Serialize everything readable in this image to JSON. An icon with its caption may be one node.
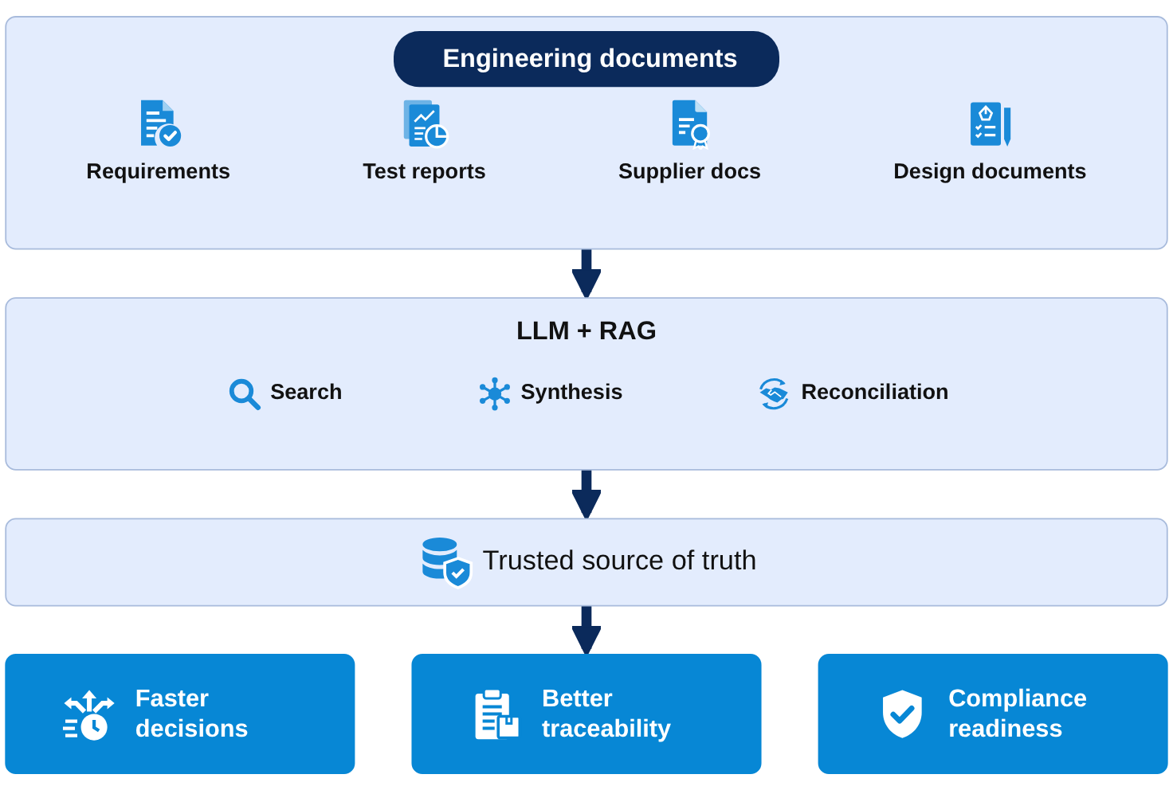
{
  "diagram": {
    "nodes": [
      {
        "text": [
          "Engineering documents"
        ]
      },
      {
        "text": [
          "Requirements"
        ],
        "in": 0
      },
      {
        "text": [
          "Test reports"
        ],
        "in": 0
      },
      {
        "text": [
          "Supplier docs"
        ],
        "in": 0
      },
      {
        "text": [
          "Design documents"
        ],
        "in": 0
      },
      {
        "text": [
          "LLM + RAG"
        ]
      },
      {
        "text": [
          "Search"
        ],
        "in": 5
      },
      {
        "text": [
          "Synthesis"
        ],
        "in": 5
      },
      {
        "text": [
          "Reconciliation"
        ],
        "in": 5
      },
      {
        "text": [
          "Trusted source of truth"
        ]
      },
      {
        "text": [
          "Faster decisions"
        ]
      },
      {
        "text": [
          "Better traceability"
        ]
      },
      {
        "text": [
          "Compliance readiness"
        ]
      }
    ],
    "edges": [
      {
        "from": 0,
        "to": 5,
        "arrow": "to"
      },
      {
        "from": 5,
        "to": 9,
        "arrow": "to"
      },
      {
        "from": 9,
        "to": 11,
        "arrow": "to"
      }
    ]
  }
}
